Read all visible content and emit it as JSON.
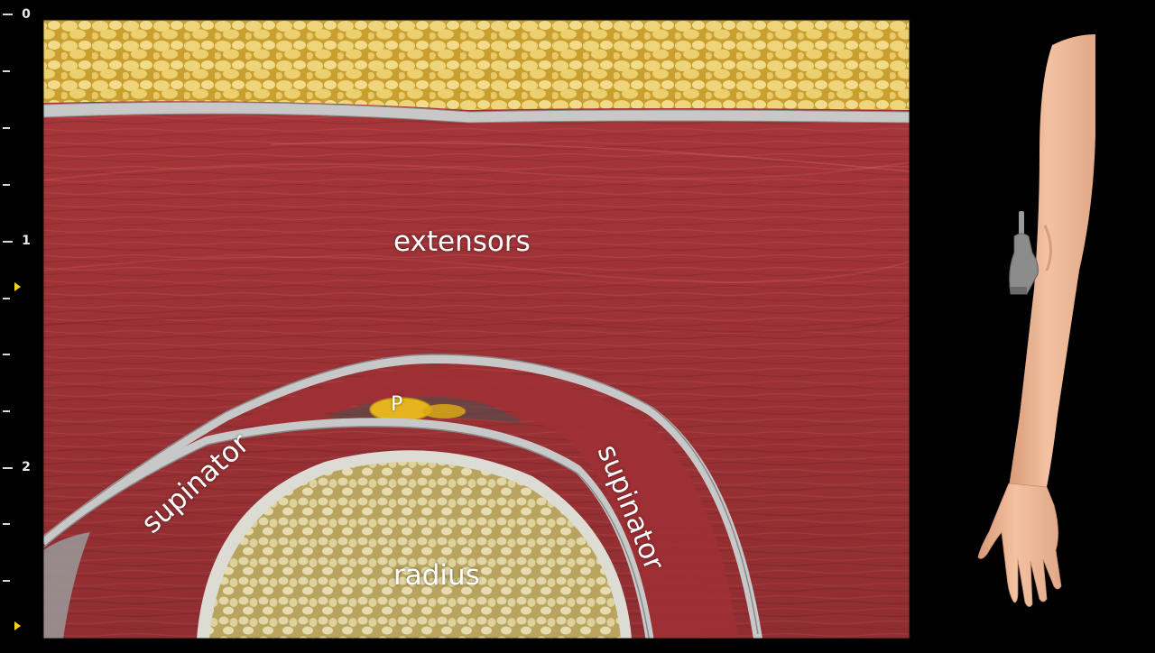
{
  "depth_scale": {
    "labels": [
      "0",
      "1",
      "2"
    ]
  },
  "structures": {
    "extensors": "extensors",
    "posterior_interosseous": "P",
    "supinator_left": "supinator",
    "supinator_right": "supinator",
    "radius": "radius"
  },
  "colors": {
    "background": "#000000",
    "muscle": "#a8363a",
    "fat": "#e0c060",
    "fascia": "#c8c8c8",
    "bone": "#d8cfa0",
    "nerve": "#e6b41e",
    "focus_marker": "#f2d21b",
    "skin": "#f0b894",
    "probe": "#8c8c8c"
  },
  "icons": {
    "probe": "ultrasound-probe-icon",
    "arm": "arm-illustration"
  }
}
